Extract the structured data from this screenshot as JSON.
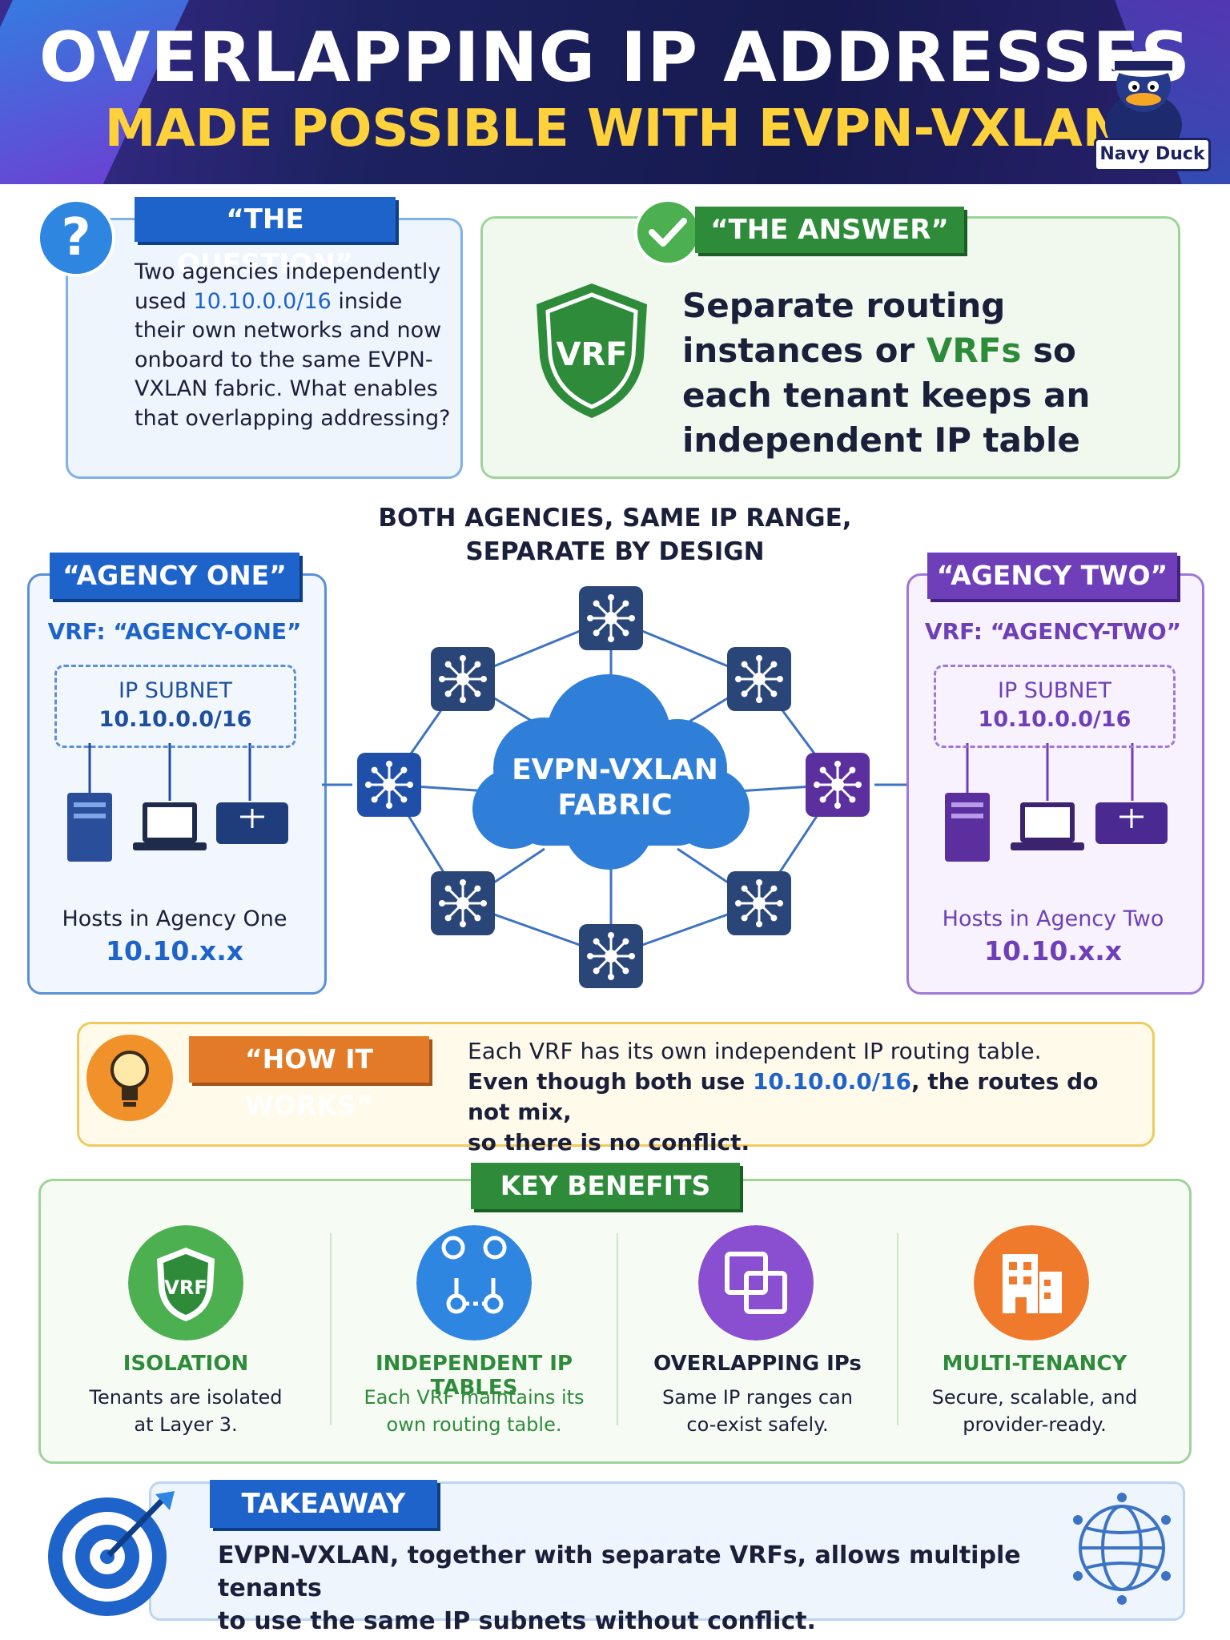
{
  "header": {
    "title": "OVERLAPPING IP ADDRESSES",
    "subtitle": "MADE POSSIBLE WITH EVPN-VXLAN",
    "logo_label": "Navy Duck"
  },
  "question": {
    "tag": "“THE QUESTION”",
    "icon": "question-icon",
    "text_1": "Two agencies independently used ",
    "highlight": "10.10.0.0/16",
    "text_2": " inside their own networks and now onboard to the same EVPN-VXLAN fabric. What enables that overlapping addressing?"
  },
  "answer": {
    "tag": "“THE ANSWER”",
    "icon": "check-icon",
    "shield_label": "VRF",
    "text_1": "Separate routing instances or ",
    "highlight": "VRFs",
    "text_2": " so each tenant keeps an independent IP table"
  },
  "middle_heading": {
    "line1": "BOTH AGENCIES, SAME IP RANGE,",
    "line2": "SEPARATE BY DESIGN"
  },
  "agency_one": {
    "tag": "“AGENCY ONE”",
    "vrf": "VRF: “AGENCY-ONE”",
    "subnet_label": "IP SUBNET",
    "subnet_value": "10.10.0.0/16",
    "hosts_label": "Hosts in Agency One",
    "hosts_ip": "10.10.x.x"
  },
  "agency_two": {
    "tag": "“AGENCY TWO”",
    "vrf": "VRF: “AGENCY-TWO”",
    "subnet_label": "IP SUBNET",
    "subnet_value": "10.10.0.0/16",
    "hosts_label": "Hosts in Agency Two",
    "hosts_ip": "10.10.x.x"
  },
  "fabric": {
    "line1": "EVPN-VXLAN",
    "line2": "FABRIC"
  },
  "how_it_works": {
    "tag": "“HOW IT WORKS”",
    "icon": "lightbulb-icon",
    "line1": "Each VRF has its own independent IP routing table.",
    "line2_a": "Even though both use ",
    "line2_hl": "10.10.0.0/16",
    "line2_b": ", the routes do not mix,",
    "line3": "so there is no conflict."
  },
  "key_benefits": {
    "tag": "KEY BENEFITS",
    "items": [
      {
        "title": "ISOLATION",
        "desc1": "Tenants are isolated",
        "desc2": "at Layer 3.",
        "icon": "vrf-shield-icon",
        "color": "#4caf50",
        "title_color": "#2e8b3a"
      },
      {
        "title": "INDEPENDENT IP TABLES",
        "desc1": "Each VRF maintains its",
        "desc2": "own routing table.",
        "icon": "route-icon",
        "color": "#2f86e0",
        "title_color": "#2e8b3a"
      },
      {
        "title": "OVERLAPPING IPs",
        "desc1": "Same IP ranges can",
        "desc2": "co-exist safely.",
        "icon": "overlap-squares-icon",
        "color": "#8a4fd0",
        "title_color": "#1a1f3a"
      },
      {
        "title": "MULTI-TENANCY",
        "desc1": "Secure, scalable, and",
        "desc2": "provider-ready.",
        "icon": "building-icon",
        "color": "#f07a2c",
        "title_color": "#2e8b3a"
      }
    ]
  },
  "takeaway": {
    "tag": "TAKEAWAY",
    "line1": "EVPN-VXLAN, together with separate VRFs, allows multiple tenants",
    "line2": "to use the same IP subnets without conflict."
  },
  "colors": {
    "navy": "#1d2260",
    "blue": "#1e63c9",
    "green": "#2e8b3a",
    "purple": "#6e3fb8",
    "orange": "#e27a28",
    "yellow": "#ffd23c"
  }
}
